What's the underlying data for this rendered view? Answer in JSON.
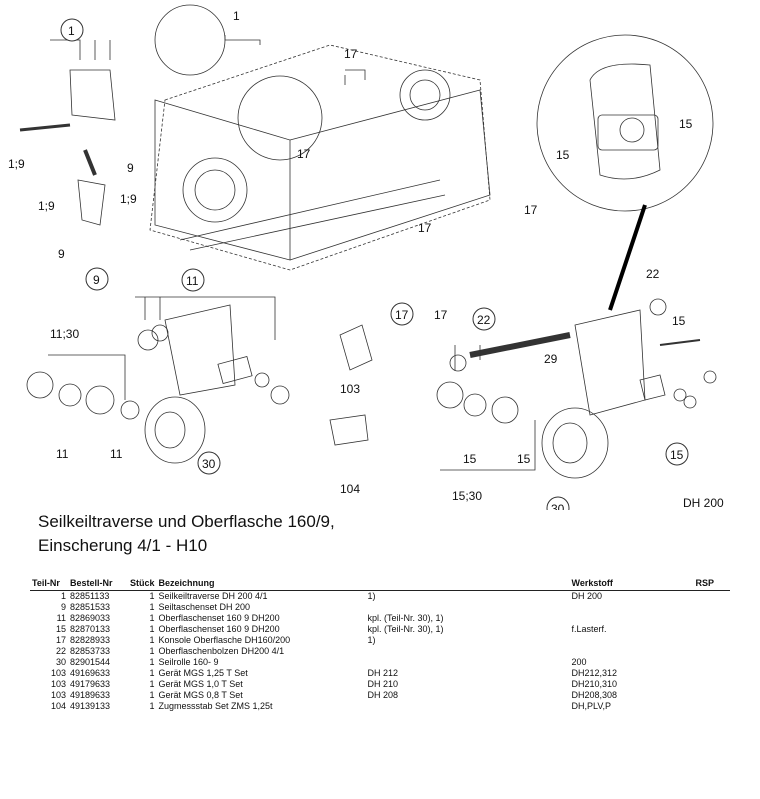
{
  "title_line1": "Seilkeiltraverse und Oberflasche 160/9,",
  "title_line2": "Einscherung 4/1 - H10",
  "model_label": "DH 200",
  "callouts": {
    "c1a": "1",
    "c1b": "1",
    "c9a": "9",
    "c9b": "9",
    "c9c": "9",
    "c19a": "1;9",
    "c19b": "1;9",
    "c19c": "1;9",
    "c17a": "17",
    "c17b": "17",
    "c17c": "17",
    "c17d": "17",
    "c17e": "17",
    "c17f": "17",
    "c11a": "11",
    "c1130": "11;30",
    "c11b": "11",
    "c11c": "11",
    "c30a": "30",
    "c103": "103",
    "c104": "104",
    "c15a": "15",
    "c15b": "15",
    "c15c": "15",
    "c15d": "15",
    "c15e": "15",
    "c15f": "15",
    "c1530": "15;30",
    "c22a": "22",
    "c22b": "22",
    "c29": "29",
    "c30b": "30"
  },
  "table": {
    "headers": [
      "Teil-Nr",
      "Bestell-Nr",
      "Stück",
      "Bezeichnung",
      "",
      "Werkstoff",
      "RSP"
    ],
    "rows": [
      {
        "teil": "1",
        "best": "82851133",
        "stk": "1",
        "bez": "Seilkeiltraverse  DH 200 4/1",
        "note": "1)",
        "werk": "DH 200"
      },
      {
        "teil": "9",
        "best": "82851533",
        "stk": "1",
        "bez": "Seiltaschenset  DH 200",
        "note": "",
        "werk": ""
      },
      {
        "teil": "11",
        "best": "82869033",
        "stk": "1",
        "bez": "Oberflaschenset  160  9   DH200",
        "note": "kpl. (Teil-Nr. 30), 1)",
        "werk": ""
      },
      {
        "teil": "15",
        "best": "82870133",
        "stk": "1",
        "bez": "Oberflaschenset  160  9   DH200",
        "note": "kpl. (Teil-Nr. 30), 1)",
        "werk": "f.Lasterf."
      },
      {
        "teil": "17",
        "best": "82828933",
        "stk": "1",
        "bez": "Konsole Oberflasche  DH160/200",
        "note": "1)",
        "werk": ""
      },
      {
        "teil": "22",
        "best": "82853733",
        "stk": "1",
        "bez": "Oberflaschenbolzen  DH200 4/1",
        "note": "",
        "werk": ""
      },
      {
        "teil": "30",
        "best": "82901544",
        "stk": "1",
        "bez": "Seilrolle  160-  9",
        "note": "",
        "werk": "200"
      },
      {
        "teil": "103",
        "best": "49169633",
        "stk": "1",
        "bez": "Gerät MGS  1,25 T Set",
        "note": "DH 212",
        "werk": "DH212,312"
      },
      {
        "teil": "103",
        "best": "49179633",
        "stk": "1",
        "bez": "Gerät MGS  1,0 T Set",
        "note": "DH 210",
        "werk": "DH210,310"
      },
      {
        "teil": "103",
        "best": "49189633",
        "stk": "1",
        "bez": "Gerät MGS  0,8 T Set",
        "note": "DH 208",
        "werk": "DH208,308"
      },
      {
        "teil": "104",
        "best": "49139133",
        "stk": "1",
        "bez": "Zugmessstab Set  ZMS  1,25t",
        "note": "",
        "werk": "DH,PLV,P"
      }
    ]
  }
}
